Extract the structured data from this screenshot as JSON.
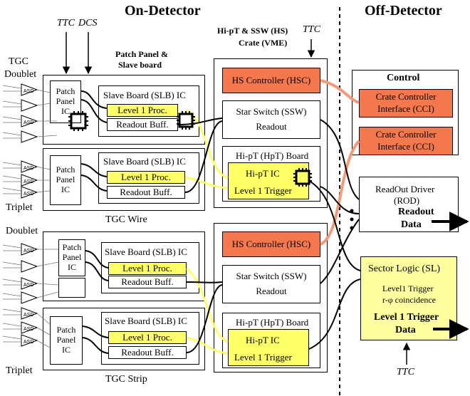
{
  "headers": {
    "on_detector": "On-Detector",
    "off_detector": "Off-Detector"
  },
  "labels": {
    "ttc_top": "TTC",
    "dcs_top": "DCS",
    "tgc_doublet_1": "TGC",
    "tgc_doublet_2": "Doublet",
    "triplet_top": "Triplet",
    "tgc_wire": "TGC Wire",
    "doublet_bottom": "Doublet",
    "triplet_bottom": "Triplet",
    "tgc_strip": "TGC Strip",
    "patch_slave_title_1": "Patch Panel &",
    "patch_slave_title_2": "Slave board",
    "hs_crate_1": "Hi-pT & SSW (HS)",
    "hs_crate_ttc": "TTC",
    "hs_crate_2": "Crate (VME)",
    "ttc_bottom": "TTC"
  },
  "asd": "ASD",
  "patch_panel": [
    "Patch",
    "Panel",
    "IC"
  ],
  "slb": {
    "title": "Slave Board (SLB) IC",
    "l1proc": "Level 1 Proc.",
    "readout": "Readout Buff."
  },
  "hsc": "HS Controller (HSC)",
  "ssw": {
    "line1": "Star Switch (SSW)",
    "line2": "Readout"
  },
  "hpt": {
    "board": "Hi-pT (HpT) Board",
    "ic": "Hi-pT IC",
    "trigger": "Level 1 Trigger"
  },
  "control": {
    "title": "Control",
    "cci_1": "Crate Controller",
    "cci_2": "Interface (CCI)"
  },
  "rod": {
    "line1": "ReadOut Driver",
    "line2": "(ROD)",
    "data1": "Readout",
    "data2": "Data"
  },
  "sl": {
    "title": "Sector Logic (SL)",
    "line1": "Level1 Trigger",
    "line2": "r-φ coincidence",
    "data1": "Level 1 Trigger",
    "data2": "Data"
  },
  "colors": {
    "orange": "#f4784c",
    "yellow": "#ffff66",
    "light_yellow": "#ffffa0",
    "link_orange": "#f49a78",
    "link_yellow": "#ffff66"
  }
}
